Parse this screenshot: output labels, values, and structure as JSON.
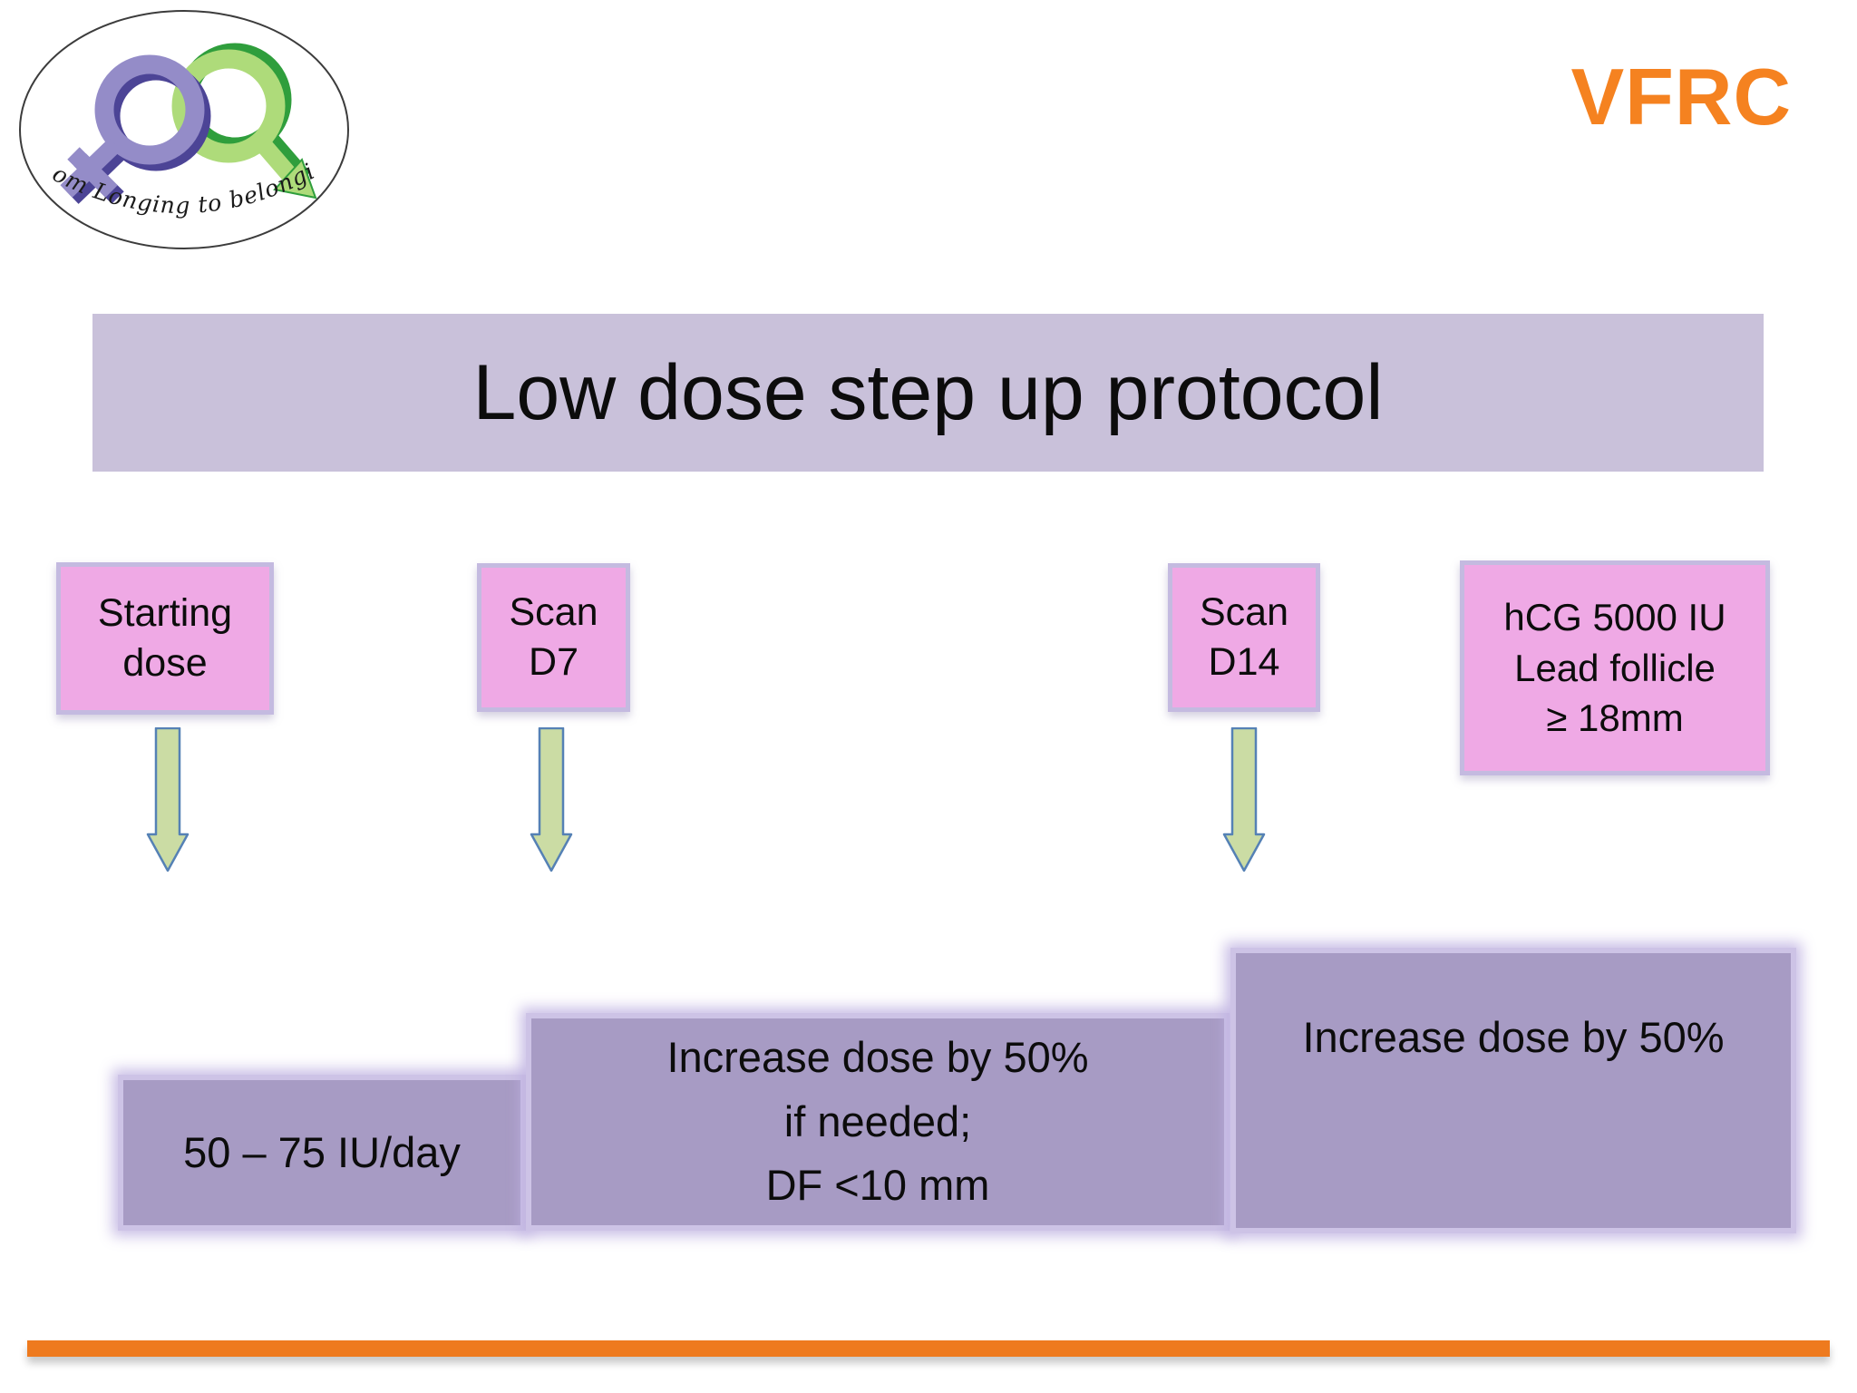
{
  "brand": "VFRC",
  "logo": {
    "tagline": "From Longing to belonging"
  },
  "title": "Low dose step up protocol",
  "timeline_boxes": [
    {
      "name": "starting-dose",
      "lines": [
        "Starting",
        "dose"
      ]
    },
    {
      "name": "scan-d7",
      "lines": [
        "Scan",
        "D7"
      ]
    },
    {
      "name": "scan-d14",
      "lines": [
        "Scan",
        "D14"
      ]
    },
    {
      "name": "hcg-trigger",
      "lines": [
        "hCG 5000 IU",
        "Lead follicle",
        "≥ 18mm"
      ]
    }
  ],
  "outcome_boxes": [
    {
      "name": "starting-dose-value",
      "lines": [
        "50 – 75 IU/day"
      ]
    },
    {
      "name": "d7-action",
      "lines": [
        "Increase dose by 50%",
        "if needed;",
        "DF <10 mm"
      ]
    },
    {
      "name": "d14-action",
      "lines": [
        "Increase dose by 50%"
      ]
    }
  ],
  "colors": {
    "accent_orange": "#F58220",
    "footer_orange": "#EE7A1E",
    "title_bar_lavender": "#C9C1DA",
    "pink_box_fill": "#EFA9E5",
    "pink_box_border": "#C4BAE0",
    "step_box_fill": "#A79BC4",
    "step_box_glow": "#CDC3E6",
    "arrow_fill": "#CBDCA4",
    "arrow_stroke": "#5581B5",
    "logo_purple_dark": "#4C4496",
    "logo_purple_light": "#948CC8",
    "logo_green_dark": "#2F9E3C",
    "logo_green_light": "#AEDB7A"
  }
}
